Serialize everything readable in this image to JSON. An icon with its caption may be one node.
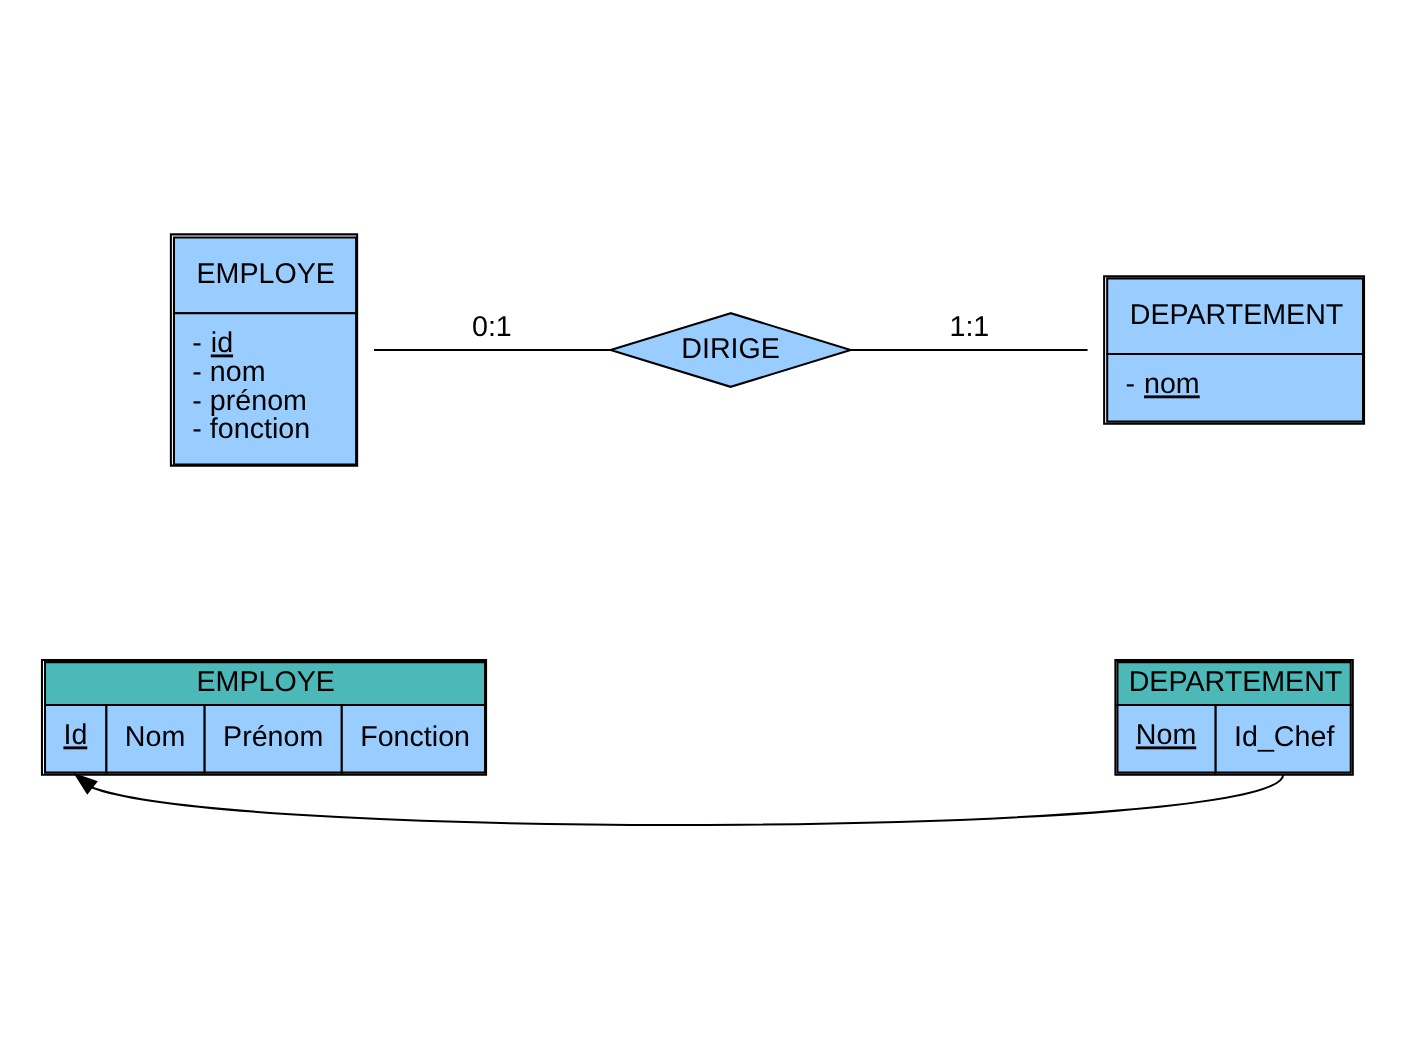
{
  "diagram": {
    "nodes": [
      {
        "text": [
          "EMPLOYE",
          "- id",
          "- nom",
          "- prénom",
          "- fonction"
        ]
      },
      {
        "text": [
          "DIRIGE"
        ]
      },
      {
        "text": [
          "DEPARTEMENT",
          "- nom"
        ]
      },
      {
        "text": [
          "EMPLOYE",
          "Id",
          "Nom",
          "Prénom",
          "Fonction"
        ]
      },
      {
        "text": [
          "DEPARTEMENT",
          "Nom",
          "Id_Chef"
        ]
      }
    ],
    "edges": [
      {
        "from": 0,
        "to": 1,
        "arrow": "none",
        "label": "0:1"
      },
      {
        "from": 1,
        "to": 2,
        "arrow": "none",
        "label": "1:1"
      },
      {
        "from": 4,
        "to": 3,
        "arrow": "to"
      }
    ]
  }
}
